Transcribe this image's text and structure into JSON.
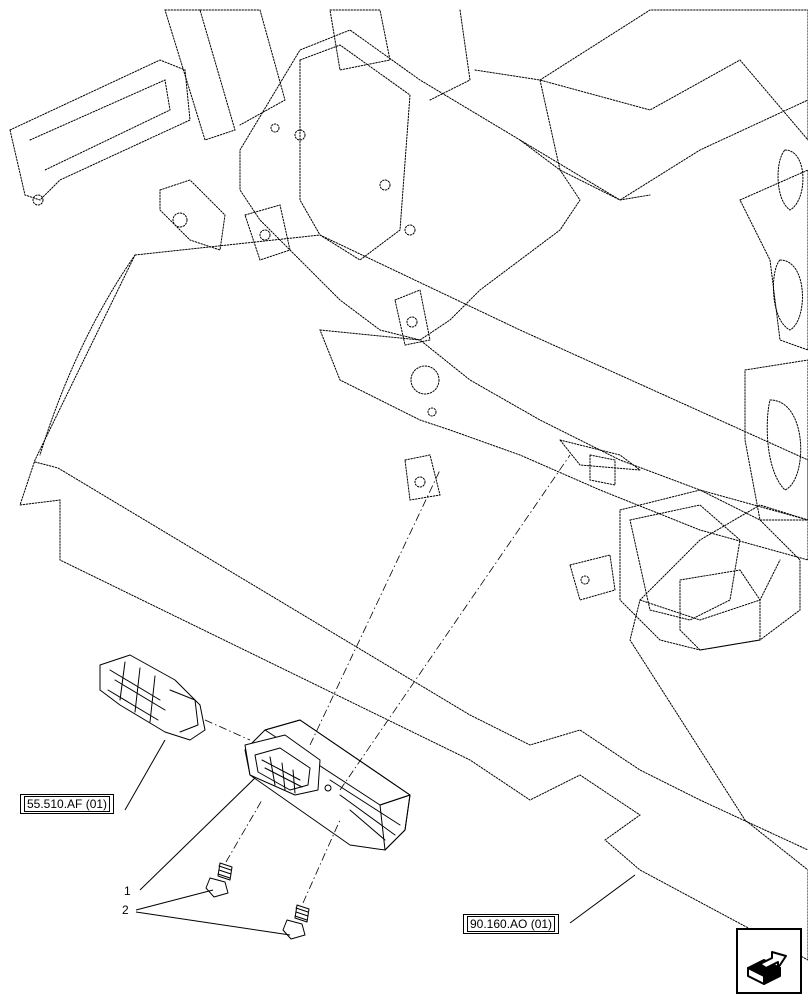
{
  "references": {
    "ref_left": "55.510.AF (01)",
    "ref_right": "90.160.AO (01)"
  },
  "callouts": {
    "item_1": "1",
    "item_2": "2"
  },
  "nav": {
    "icon": "next-page-arrow-icon"
  }
}
